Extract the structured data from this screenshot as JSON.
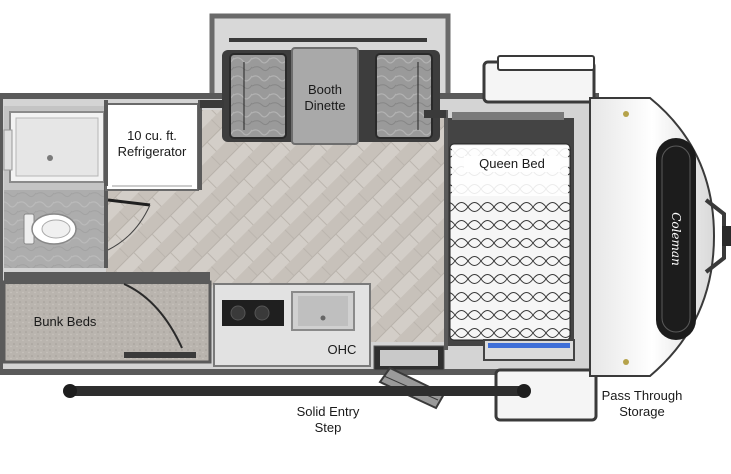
{
  "labels": {
    "booth_dinette": [
      "Booth",
      "Dinette"
    ],
    "refrigerator": [
      "10 cu. ft.",
      "Refrigerator"
    ],
    "queen_bed": "Queen Bed",
    "bunk_beds": "Bunk Beds",
    "ohc": "OHC",
    "solid_entry_step": [
      "Solid Entry",
      "Step"
    ],
    "pass_through_storage": [
      "Pass Through",
      "Storage"
    ]
  },
  "brand": "Coleman",
  "colors": {
    "wall": "#5f5f5f",
    "floor": "#cfcac4",
    "mattress": "#f4f4f4",
    "cabinet": "#e3e3e3"
  }
}
